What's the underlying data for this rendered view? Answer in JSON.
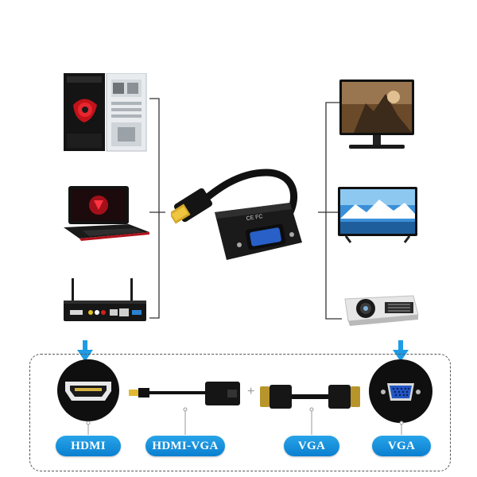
{
  "labels": {
    "hdmi": "HDMI",
    "hdmi_vga": "HDMI-VGA",
    "vga_cable": "VGA",
    "vga_port": "VGA"
  },
  "adapter_marking": "CE FC",
  "sources": [
    "desktop-tower",
    "gaming-laptop",
    "tv-box-router"
  ],
  "displays": [
    "monitor",
    "television",
    "projector"
  ],
  "colors": {
    "label_blue": "#0a7fd0",
    "arrow_blue": "#1e9be6",
    "line": "#333333"
  }
}
